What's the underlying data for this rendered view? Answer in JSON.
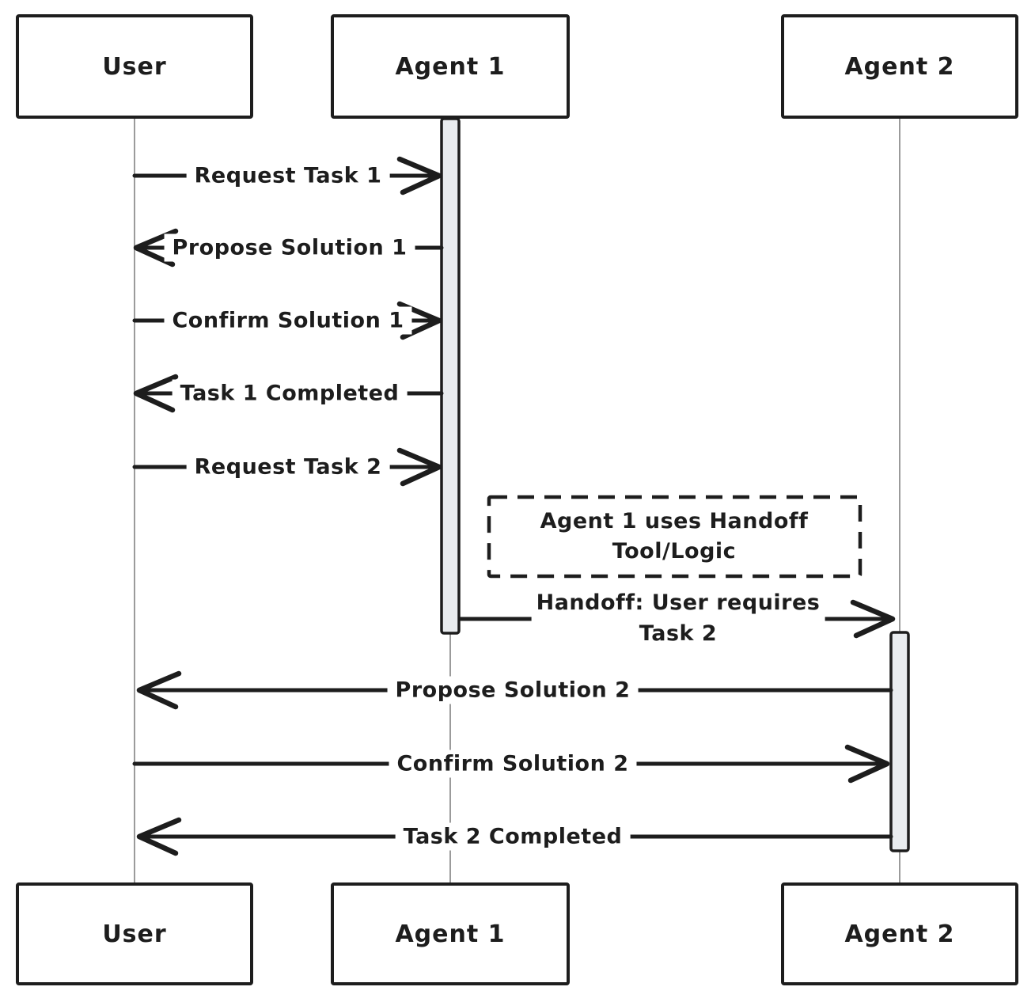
{
  "colors": {
    "ink": "#1d1d1d",
    "lifeline": "#9b9b9b",
    "activation_fill": "#e9ecef",
    "background": "#ffffff"
  },
  "diagram": {
    "type": "sequence",
    "participants": [
      {
        "id": "user",
        "label": "User"
      },
      {
        "id": "agent1",
        "label": "Agent 1"
      },
      {
        "id": "agent2",
        "label": "Agent 2"
      }
    ],
    "messages": [
      {
        "from": "User",
        "to": "Agent 1",
        "label": "Request Task 1"
      },
      {
        "from": "Agent 1",
        "to": "User",
        "label": "Propose Solution 1"
      },
      {
        "from": "User",
        "to": "Agent 1",
        "label": "Confirm Solution 1"
      },
      {
        "from": "Agent 1",
        "to": "User",
        "label": "Task 1 Completed"
      },
      {
        "from": "User",
        "to": "Agent 1",
        "label": "Request Task 2"
      },
      {
        "from": "Agent 1",
        "to": "Agent 2",
        "label": "Handoff: User requires Task 2",
        "label_lines": [
          "Handoff: User requires",
          "Task 2"
        ]
      },
      {
        "from": "Agent 2",
        "to": "User",
        "label": "Propose Solution 2"
      },
      {
        "from": "User",
        "to": "Agent 2",
        "label": "Confirm Solution 2"
      },
      {
        "from": "Agent 2",
        "to": "User",
        "label": "Task 2 Completed"
      }
    ],
    "note": {
      "text": "Agent 1 uses Handoff Tool/Logic",
      "lines": [
        "Agent 1 uses Handoff",
        "Tool/Logic"
      ]
    }
  }
}
